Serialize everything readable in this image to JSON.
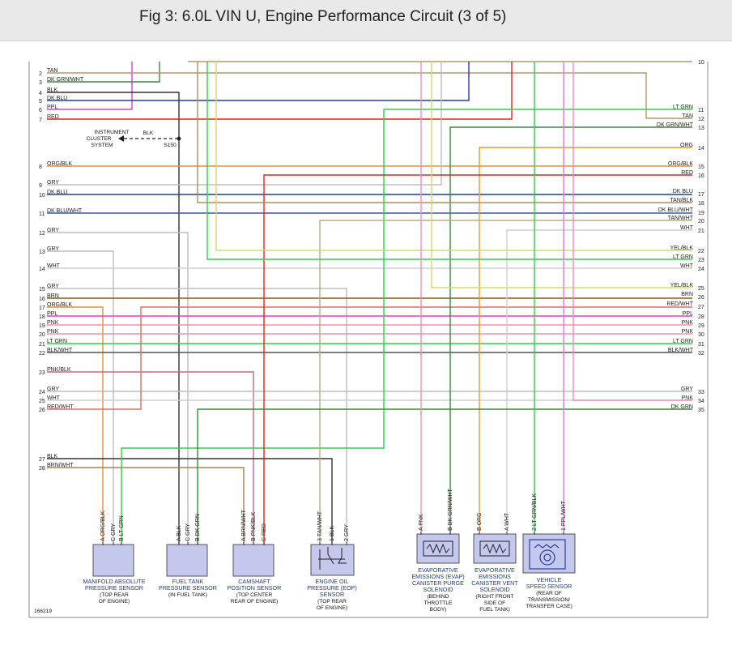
{
  "header": {
    "title": "Fig 3: 6.0L VIN U, Engine Performance Circuit (3 of 5)"
  },
  "figure_id": "166219",
  "colors": {
    "TAN": "#b49a6a",
    "DK GRN/WHT": "#3d8a3d",
    "BLK": "#333333",
    "DK BLU": "#1f3f99",
    "PPL": "#e23bd6",
    "RED": "#e52222",
    "ORG/BLK": "#e3913b",
    "GRY": "#bdbdbd",
    "DK BLU/WHT": "#3157c2",
    "WHT": "#cfcfcf",
    "BRN": "#8a5a22",
    "PNK": "#f08fb3",
    "LT GRN": "#2fd14a",
    "BLK/WHT": "#555555",
    "PNK/BLK": "#c06a8a",
    "RED/WHT": "#e56a6a",
    "BRN/WHT": "#a9834b",
    "TAN/WHT": "#b5ad88",
    "YEL/BLK": "#d8d86a",
    "ORG": "#f0952b",
    "TAN/BLK": "#a89060",
    "PPL/WHT": "#e07ae0"
  },
  "left_wires": [
    {
      "n": "2",
      "label": "TAN"
    },
    {
      "n": "3",
      "label": "DK GRN/WHT"
    },
    {
      "n": "4",
      "label": "BLK"
    },
    {
      "n": "5",
      "label": "DK BLU"
    },
    {
      "n": "6",
      "label": "PPL"
    },
    {
      "n": "7",
      "label": "RED"
    },
    {
      "n": "8",
      "label": "ORG/BLK"
    },
    {
      "n": "9",
      "label": "GRY"
    },
    {
      "n": "10",
      "label": "DK BLU"
    },
    {
      "n": "11",
      "label": "DK BLU/WHT"
    },
    {
      "n": "12",
      "label": "GRY"
    },
    {
      "n": "13",
      "label": "GRY"
    },
    {
      "n": "14",
      "label": "WHT"
    },
    {
      "n": "15",
      "label": "GRY"
    },
    {
      "n": "16",
      "label": "BRN"
    },
    {
      "n": "17",
      "label": "ORG/BLK"
    },
    {
      "n": "18",
      "label": "PPL"
    },
    {
      "n": "19",
      "label": "PNK"
    },
    {
      "n": "20",
      "label": "PNK"
    },
    {
      "n": "21",
      "label": "LT GRN"
    },
    {
      "n": "22",
      "label": "BLK/WHT"
    },
    {
      "n": "23",
      "label": "PNK/BLK"
    },
    {
      "n": "24",
      "label": "GRY"
    },
    {
      "n": "25",
      "label": "WHT"
    },
    {
      "n": "26",
      "label": "RED/WHT"
    },
    {
      "n": "27",
      "label": "BLK"
    },
    {
      "n": "28",
      "label": "BRN/WHT"
    }
  ],
  "right_wires": [
    {
      "n": "10",
      "label": ""
    },
    {
      "n": "11",
      "label": "LT GRN"
    },
    {
      "n": "12",
      "label": "TAN"
    },
    {
      "n": "13",
      "label": "DK GRN/WHT"
    },
    {
      "n": "14",
      "label": "ORG"
    },
    {
      "n": "15",
      "label": "ORG/BLK"
    },
    {
      "n": "16",
      "label": "RED"
    },
    {
      "n": "17",
      "label": "DK BLU"
    },
    {
      "n": "18",
      "label": "TAN/BLK"
    },
    {
      "n": "19",
      "label": "DK BLU/WHT"
    },
    {
      "n": "20",
      "label": "TAN/WHT"
    },
    {
      "n": "21",
      "label": "WHT"
    },
    {
      "n": "22",
      "label": "YEL/BLK"
    },
    {
      "n": "23",
      "label": "LT GRN"
    },
    {
      "n": "24",
      "label": "WHT"
    },
    {
      "n": "25",
      "label": "YEL/BLK"
    },
    {
      "n": "26",
      "label": "BRN"
    },
    {
      "n": "27",
      "label": "RED/WHT"
    },
    {
      "n": "28",
      "label": "PPL"
    },
    {
      "n": "29",
      "label": "PNK"
    },
    {
      "n": "30",
      "label": "PNK"
    },
    {
      "n": "31",
      "label": "LT GRN"
    },
    {
      "n": "32",
      "label": "BLK/WHT"
    },
    {
      "n": "33",
      "label": "GRY"
    },
    {
      "n": "34",
      "label": "PNK"
    },
    {
      "n": "35",
      "label": "DK GRN"
    }
  ],
  "instrument_cluster": {
    "label_line1": "INSTRUMENT",
    "label_line2": "CLUSTER",
    "label_line3": "SYSTEM",
    "wire": "BLK",
    "splice": "S150"
  },
  "components": [
    {
      "id": "map",
      "pins": [
        "A ORG/BLK",
        "C GRY",
        "B LT GRN"
      ],
      "name": [
        "MANIFOLD ABSOLUTE",
        "PRESSURE SENSOR"
      ],
      "loc": [
        "(TOP REAR",
        "OF ENGINE)"
      ]
    },
    {
      "id": "ftp",
      "pins": [
        "A BLK",
        "C GRY",
        "B DK GRN"
      ],
      "name": [
        "FUEL TANK",
        "PRESSURE SENSOR"
      ],
      "loc": [
        "(IN FUEL TANK)"
      ]
    },
    {
      "id": "cmp",
      "pins": [
        "A BRN/WHT",
        "B PNK/BLK",
        "C RED"
      ],
      "name": [
        "CAMSHAFT",
        "POSITION SENSOR"
      ],
      "loc": [
        "(TOP CENTER",
        "REAR OF ENGINE)"
      ]
    },
    {
      "id": "eop",
      "pins": [
        "3 TAN/WHT",
        "1 BLK",
        "2 GRY"
      ],
      "name": [
        "ENGINE OIL",
        "PRESSURE (EOP)",
        "SENSOR"
      ],
      "loc": [
        "(TOP REAR",
        "OF ENGINE)"
      ]
    },
    {
      "id": "evap-purge",
      "pins": [
        "A PNK",
        "B DK GRN/WHT"
      ],
      "name": [
        "EVAPORATIVE",
        "EMISSIONS (EVAP)",
        "CANISTER PURGE",
        "SOLENOID"
      ],
      "loc": [
        "(BEHIND",
        "THROTTLE",
        "BODY)"
      ]
    },
    {
      "id": "evap-vent",
      "pins": [
        "B ORG",
        "A WHT"
      ],
      "name": [
        "EVAPORATIVE",
        "EMISSIONS",
        "CANISTER VENT",
        "SOLENOID"
      ],
      "loc": [
        "(RIGHT FRONT",
        "SIDE OF",
        "FUEL TANK)"
      ]
    },
    {
      "id": "vss",
      "pins": [
        "2 LT GRN/BLK",
        "1 PPL/WHT"
      ],
      "name": [
        "VEHICLE",
        "SPEED SENSOR"
      ],
      "loc": [
        "(REAR OF",
        "TRANSMISSION/",
        "TRANSFER CASE)"
      ]
    }
  ]
}
